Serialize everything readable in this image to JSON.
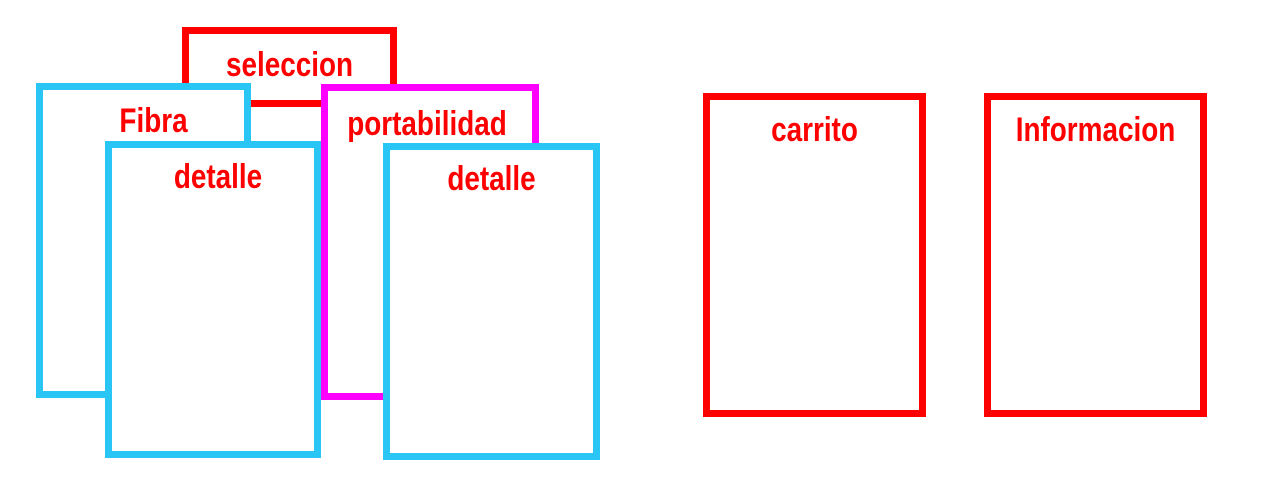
{
  "colors": {
    "label": "#ff0000",
    "red_border": "#ff0000",
    "cyan_border": "#29c6f5",
    "magenta_border": "#ff00ff"
  },
  "boxes": {
    "seleccion": "seleccion",
    "fibra": "Fibra",
    "detalle_1": "detalle",
    "portabilidad": "portabilidad",
    "detalle_2": "detalle",
    "carrito": "carrito",
    "informacion": "Informacion"
  }
}
